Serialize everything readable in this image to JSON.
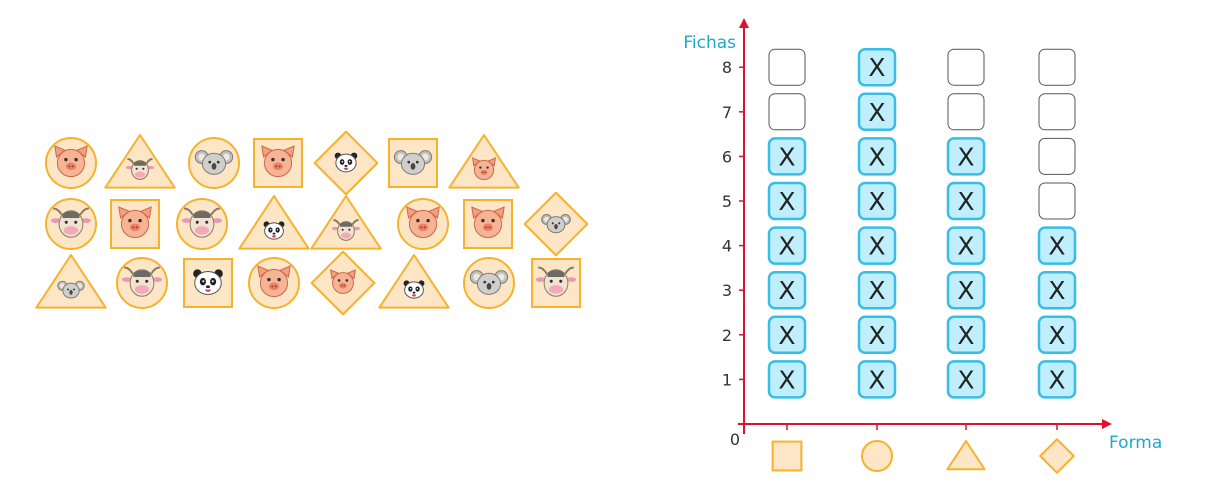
{
  "colors": {
    "axis": "#e0102f",
    "axis_label": "#1fa9c9",
    "tick_label": "#333333",
    "tile_fill": "#fde6c6",
    "tile_stroke": "#f7b22d",
    "checked_fill": "#bfeefc",
    "checked_stroke": "#39bde6",
    "empty_stroke": "#555555"
  },
  "tiles": [
    [
      {
        "shape": "circle",
        "animal": "pig"
      },
      {
        "shape": "triangle",
        "animal": "cow"
      },
      {
        "shape": "circle",
        "animal": "koala"
      },
      {
        "shape": "square",
        "animal": "pig"
      },
      {
        "shape": "diamond",
        "animal": "panda"
      },
      {
        "shape": "square",
        "animal": "koala"
      },
      {
        "shape": "triangle",
        "animal": "pig"
      }
    ],
    [
      {
        "shape": "circle",
        "animal": "cow"
      },
      {
        "shape": "square",
        "animal": "pig"
      },
      {
        "shape": "circle",
        "animal": "cow"
      },
      {
        "shape": "triangle",
        "animal": "panda"
      },
      {
        "shape": "triangle",
        "animal": "cow"
      },
      {
        "shape": "circle",
        "animal": "pig"
      },
      {
        "shape": "square",
        "animal": "pig"
      },
      {
        "shape": "diamond",
        "animal": "koala"
      }
    ],
    [
      {
        "shape": "triangle",
        "animal": "koala"
      },
      {
        "shape": "circle",
        "animal": "cow"
      },
      {
        "shape": "square",
        "animal": "panda"
      },
      {
        "shape": "circle",
        "animal": "pig"
      },
      {
        "shape": "diamond",
        "animal": "pig"
      },
      {
        "shape": "triangle",
        "animal": "panda"
      },
      {
        "shape": "circle",
        "animal": "koala"
      },
      {
        "shape": "square",
        "animal": "cow"
      }
    ]
  ],
  "chart_data": {
    "type": "bar",
    "ylabel": "Fichas",
    "xlabel": "Forma",
    "origin_label": "0",
    "y_ticks": [
      "1",
      "2",
      "3",
      "4",
      "5",
      "6",
      "7",
      "8"
    ],
    "categories": [
      "square",
      "circle",
      "triangle",
      "diamond"
    ],
    "values": [
      6,
      8,
      6,
      4
    ],
    "max_boxes": 8,
    "mark": "X"
  }
}
